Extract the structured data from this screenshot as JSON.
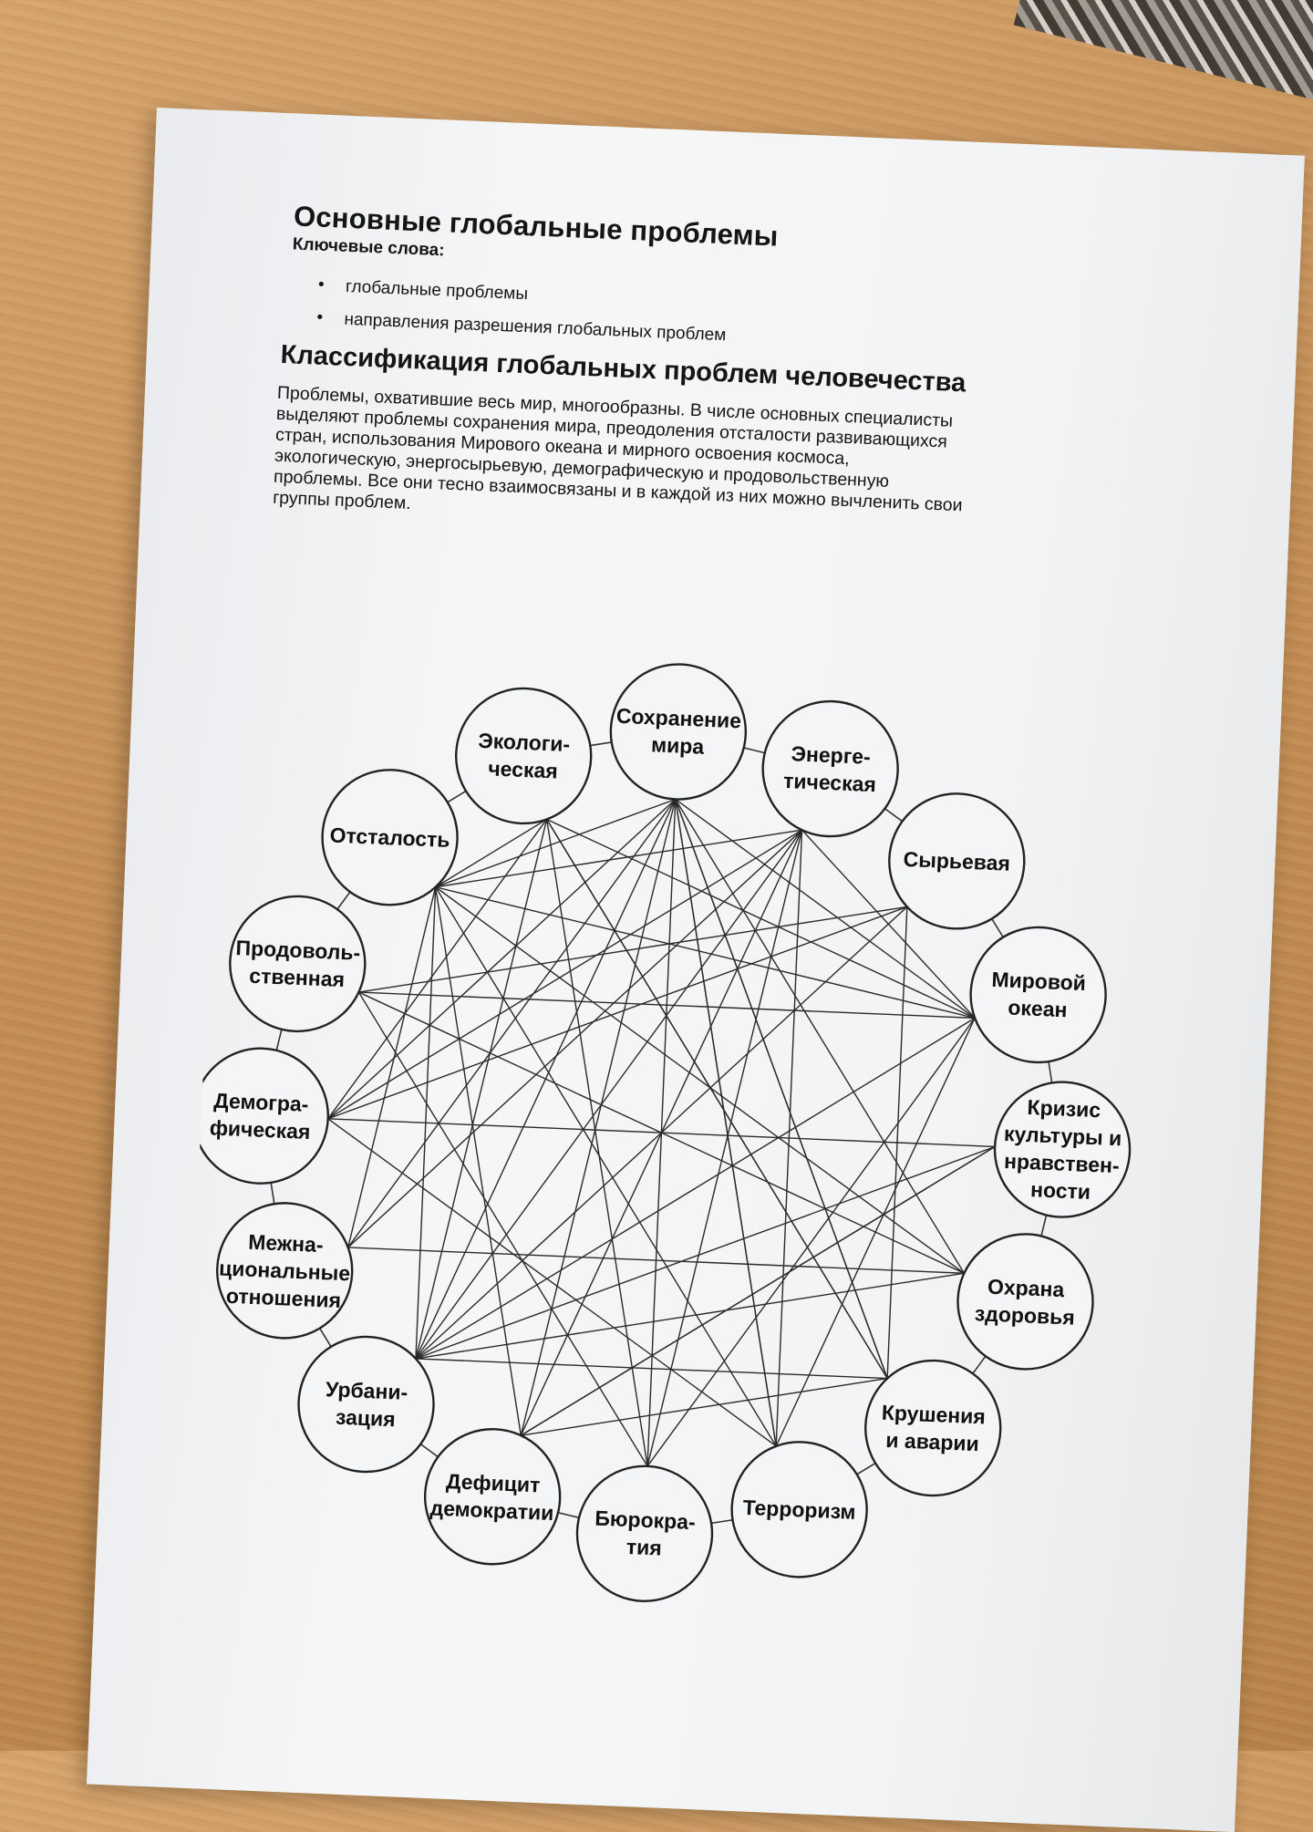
{
  "document": {
    "title": "Основные глобальные проблемы",
    "keywords_label": "Ключевые слова:",
    "keywords": [
      "глобальные проблемы",
      "направления разрешения глобальных проблем"
    ],
    "section_title": "Классификация глобальных проблем человечества",
    "paragraph_lines": [
      "Проблемы, охватившие весь мир, многообразны. В числе основных специалисты",
      "выделяют проблемы сохранения мира, преодоления отсталости развивающихся",
      "стран, использования Мирового океана и мирного освоения космоса,",
      "экологическую, энергосырьевую, демографическую и продовольственную",
      "проблемы. Все они тесно взаимосвязаны и в каждой из них можно вычленить свои",
      "группы проблем."
    ]
  },
  "diagram": {
    "nodes": [
      {
        "id": "mir",
        "lines": [
          "Сохранение",
          "мира"
        ]
      },
      {
        "id": "energ",
        "lines": [
          "Энерге-",
          "тическая"
        ]
      },
      {
        "id": "syr",
        "lines": [
          "Сырьевая"
        ]
      },
      {
        "id": "okean",
        "lines": [
          "Мировой",
          "океан"
        ]
      },
      {
        "id": "kriz",
        "lines": [
          "Кризис",
          "культуры и",
          "нравствен-",
          "ности"
        ]
      },
      {
        "id": "zdor",
        "lines": [
          "Охрана",
          "здоровья"
        ]
      },
      {
        "id": "krush",
        "lines": [
          "Крушения",
          "и аварии"
        ]
      },
      {
        "id": "terr",
        "lines": [
          "Терроризм"
        ]
      },
      {
        "id": "byur",
        "lines": [
          "Бюрокра-",
          "тия"
        ]
      },
      {
        "id": "defic",
        "lines": [
          "Дефицит",
          "демократии"
        ]
      },
      {
        "id": "urb",
        "lines": [
          "Урбани-",
          "зация"
        ]
      },
      {
        "id": "mezh",
        "lines": [
          "Межна-",
          "циональные",
          "отношения"
        ]
      },
      {
        "id": "demo",
        "lines": [
          "Демогра-",
          "фическая"
        ]
      },
      {
        "id": "prod",
        "lines": [
          "Продоволь-",
          "ственная"
        ]
      },
      {
        "id": "otst",
        "lines": [
          "Отсталость"
        ]
      },
      {
        "id": "ekol",
        "lines": [
          "Экологи-",
          "ческая"
        ]
      }
    ],
    "connections": [
      [
        0,
        3
      ],
      [
        0,
        5
      ],
      [
        0,
        6
      ],
      [
        0,
        7
      ],
      [
        0,
        8
      ],
      [
        0,
        9
      ],
      [
        0,
        10
      ],
      [
        0,
        11
      ],
      [
        0,
        12
      ],
      [
        0,
        14
      ],
      [
        15,
        3
      ],
      [
        15,
        6
      ],
      [
        15,
        8
      ],
      [
        15,
        10
      ],
      [
        15,
        12
      ],
      [
        15,
        14
      ],
      [
        1,
        14
      ],
      [
        1,
        3
      ],
      [
        1,
        7
      ],
      [
        1,
        9
      ],
      [
        1,
        10
      ],
      [
        1,
        12
      ],
      [
        14,
        3
      ],
      [
        14,
        5
      ],
      [
        14,
        7
      ],
      [
        14,
        9
      ],
      [
        14,
        11
      ],
      [
        14,
        10
      ],
      [
        13,
        3
      ],
      [
        13,
        2
      ],
      [
        13,
        8
      ],
      [
        12,
        4
      ],
      [
        12,
        7
      ],
      [
        12,
        2
      ],
      [
        11,
        1
      ],
      [
        11,
        5
      ],
      [
        10,
        5
      ],
      [
        10,
        4
      ],
      [
        10,
        6
      ],
      [
        10,
        2
      ],
      [
        10,
        3
      ],
      [
        9,
        6
      ],
      [
        9,
        4
      ],
      [
        8,
        3
      ],
      [
        8,
        1
      ],
      [
        7,
        3
      ],
      [
        7,
        0
      ],
      [
        6,
        2
      ],
      [
        6,
        15
      ],
      [
        6,
        0
      ],
      [
        4,
        9
      ],
      [
        5,
        13
      ]
    ]
  }
}
